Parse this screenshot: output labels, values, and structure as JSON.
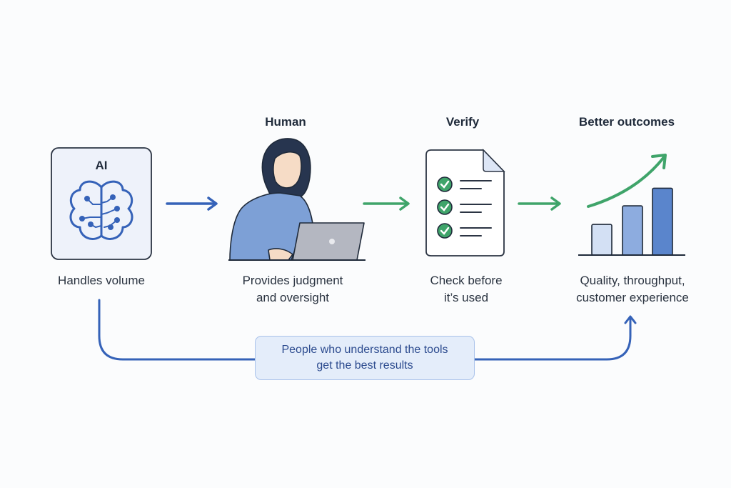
{
  "colors": {
    "blue": "#3562b8",
    "green": "#3fa46a",
    "dark": "#1f2a3a",
    "callout_bg": "#e4edfa"
  },
  "steps": [
    {
      "title": "AI",
      "caption": [
        "Handles volume"
      ],
      "icon": "brain-circuit-icon"
    },
    {
      "title": "Human",
      "caption": [
        "Provides judgment",
        "and oversight"
      ],
      "icon": "person-laptop-icon"
    },
    {
      "title": "Verify",
      "caption": [
        "Check before",
        "it’s used"
      ],
      "icon": "checklist-document-icon"
    },
    {
      "title": "Better outcomes",
      "caption": [
        "Quality, throughput,",
        "customer experience"
      ],
      "icon": "rising-bar-chart-icon"
    }
  ],
  "feedback": {
    "lines": [
      "People who understand the tools",
      "get the best results"
    ]
  },
  "outcome_bars": [
    0.33,
    0.53,
    0.72
  ]
}
